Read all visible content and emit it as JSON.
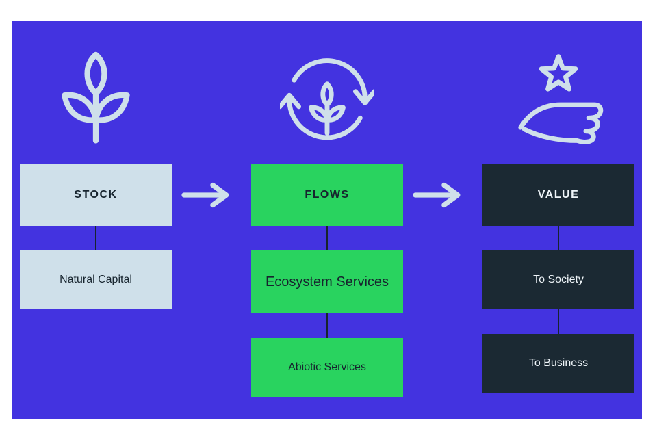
{
  "palette": {
    "panel_background": "#4333e0",
    "light_box": "#cfe0ea",
    "green_box": "#29d35f",
    "dark_box": "#1b2933",
    "arrow_and_icons": "#cfe0ea",
    "connector_line": "#17242e",
    "text_dark": "#17242e",
    "text_light": "#eef4f8"
  },
  "columns": [
    {
      "icon": "plant-icon",
      "header": "STOCK",
      "items": [
        "Natural Capital"
      ]
    },
    {
      "icon": "cycle-plant-icon",
      "header": "FLOWS",
      "items": [
        "Ecosystem Services",
        "Abiotic Services"
      ]
    },
    {
      "icon": "hand-star-icon",
      "header": "VALUE",
      "items": [
        "To Society",
        "To Business"
      ]
    }
  ]
}
